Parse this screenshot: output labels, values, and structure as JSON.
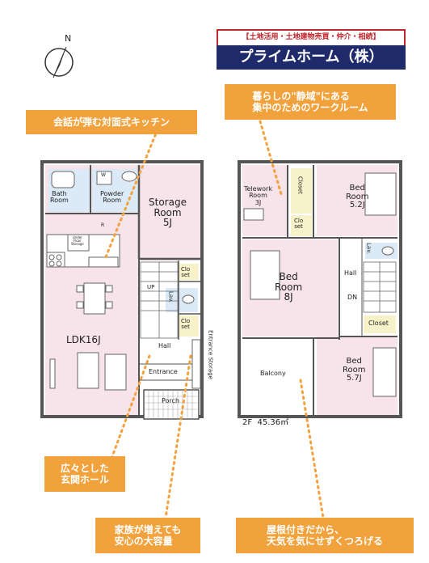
{
  "company": {
    "tagline": "【土地活用・土地建物売買・仲介・相続】",
    "name": "プライムホーム（株）"
  },
  "compass_label": "N",
  "callouts": {
    "kitchen": "会話が弾む対面式キッチン",
    "telework": "暮らしの\"静域\"にある\n集中のためのワークルーム",
    "entrance_hall": "広々とした\n玄関ホール",
    "storage": "家族が増えても\n安心の大容量",
    "balcony": "屋根付きだから、\n天気を気にせずくつろげる"
  },
  "floor1": {
    "bath": "Bath\nRoom",
    "powder": "Powder\nRoom",
    "storage": "Storage\nRoom\n5J",
    "ldk": "LDK16J",
    "closet1": "Clo\nset",
    "closet2": "Clo\nset",
    "up": "UP",
    "lav": "Lav.",
    "hall": "Hall",
    "entrance": "Entrance",
    "entrance_storage": "Entrance Storage",
    "porch": "Porch",
    "w": "W",
    "r": "R",
    "fridge": "Under\nFloor\nStorage"
  },
  "floor2": {
    "telework": "Telework\nRoom\n3J",
    "closet_tall": "Closet",
    "closet_small": "Clo\nset",
    "bed52": "Bed\nRoom\n5.2J",
    "bed8": "Bed\nRoom\n8J",
    "lav": "Lav.",
    "hall": "Hall",
    "dn": "DN",
    "closet_right": "Closet",
    "balcony": "Balcony",
    "bed57": "Bed\nRoom\n5.7J",
    "area": "2F  45.36㎡"
  }
}
